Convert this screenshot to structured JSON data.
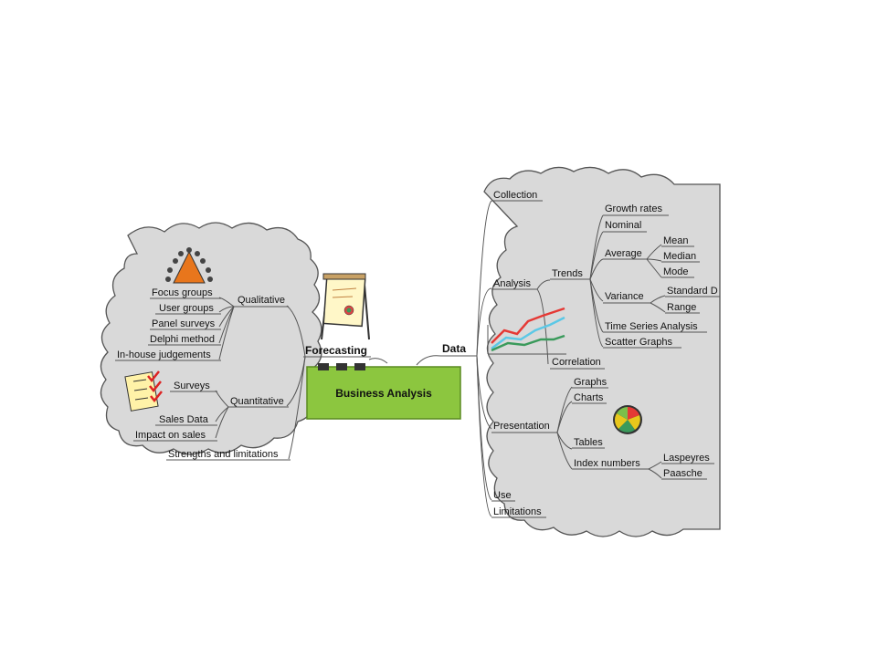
{
  "center": {
    "label": "Business Analysis",
    "color": "#8cc63f"
  },
  "forecasting": {
    "label": "Forecasting",
    "qualitative": {
      "label": "Qualitative",
      "items": [
        "Focus groups",
        "User groups",
        "Panel surveys",
        "Delphi method",
        "In-house judgements"
      ]
    },
    "quantitative": {
      "label": "Quantitative",
      "items": [
        "Surveys",
        "Sales Data",
        "Impact on sales"
      ]
    },
    "strengths": "Strengths and limitations"
  },
  "data": {
    "label": "Data",
    "collection": "Collection",
    "analysis": {
      "label": "Analysis",
      "trends": {
        "label": "Trends",
        "growth_rates": "Growth rates",
        "nominal": "Nominal",
        "average": {
          "label": "Average",
          "items": [
            "Mean",
            "Median",
            "Mode"
          ]
        },
        "variance": {
          "label": "Variance",
          "items": [
            "Standard D",
            "Range"
          ]
        },
        "time_series": "Time Series Analysis",
        "scatter": "Scatter Graphs"
      },
      "correlation": "Correlation"
    },
    "presentation": {
      "label": "Presentation",
      "graphs": "Graphs",
      "charts": "Charts",
      "tables": "Tables",
      "index_numbers": {
        "label": "Index numbers",
        "items": [
          "Laspeyres",
          "Paasche"
        ]
      }
    },
    "use": "Use",
    "limitations": "Limitations"
  },
  "colors": {
    "cloud": "#d9d9d9",
    "cloud_stroke": "#555555",
    "center": "#8cc63f",
    "trend_red": "#e53935",
    "trend_blue": "#5bc8e6",
    "trend_green": "#3a9a5b"
  }
}
